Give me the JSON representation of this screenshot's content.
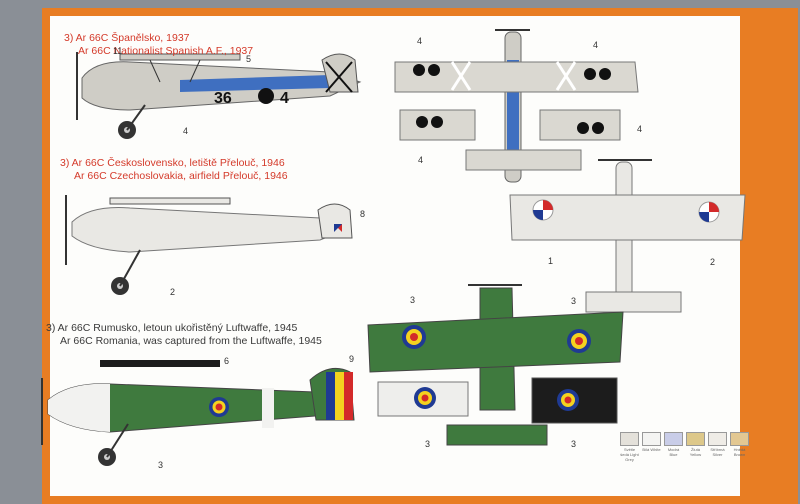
{
  "colors": {
    "frame": "#e87d23",
    "sheet": "#fdfdfb",
    "caption_red": "#d43a2a",
    "silver": "#d8d6d0",
    "blue": "#3f6fc0",
    "green": "#3f7a3e",
    "black": "#1c1c1c",
    "romania_blue": "#1f3a93",
    "romania_yellow": "#f4d21f",
    "romania_red": "#d32a2a"
  },
  "captions": [
    {
      "line1": "3) Ar 66C Španělsko, 1937",
      "line2": "Ar 66C Nationalist Spanish A.F., 1937"
    },
    {
      "line1": "3) Ar 66C Československo, letiště Přelouč, 1946",
      "line2": "Ar 66C Czechoslovakia, airfield Přelouč, 1946"
    },
    {
      "line1": "3) Ar 66C Rumusko, letoun ukořistěný Luftwaffe, 1945",
      "line2": "Ar 66C Romania, was captured from the Luftwaffe, 1945"
    }
  ],
  "code_marking": {
    "left": "36",
    "right": "4"
  },
  "callouts": {
    "spanish_side": [
      "11",
      "5",
      "4"
    ],
    "spanish_top": [
      "4",
      "4",
      "4",
      "4"
    ],
    "czech_side": [
      "8",
      "2"
    ],
    "czech_top": [
      "1",
      "2"
    ],
    "romania_side": [
      "6",
      "9",
      "3"
    ],
    "romania_top": [
      "3",
      "3",
      "3",
      "3"
    ]
  },
  "paint_legend": [
    {
      "color": "#e4e1da",
      "label": "Světle šedá Light Grey"
    },
    {
      "color": "#f4f4f2",
      "label": "Bílá White"
    },
    {
      "color": "#c9cde8",
      "label": "Modrá Blue"
    },
    {
      "color": "#ddc88a",
      "label": "Žlutá Yellow"
    },
    {
      "color": "#efece6",
      "label": "Stříbrná Silver"
    },
    {
      "color": "#e3c892",
      "label": "Hnědá Brown"
    }
  ]
}
